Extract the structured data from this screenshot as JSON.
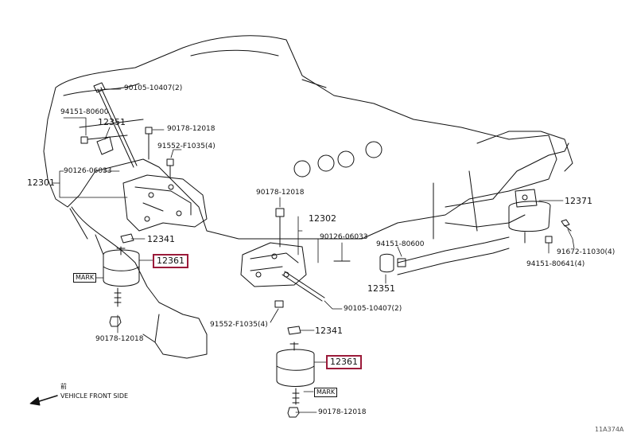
{
  "diagram": {
    "accent_color": "#9b1b3a",
    "labels": {
      "p90105_top": "90105-10407(2)",
      "p94151_left": "94151-80600",
      "p12351_left": "12351",
      "p90178_top": "90178-12018",
      "p91552_top": "91552-F1035(4)",
      "p90126_left": "90126-06033",
      "p12301": "12301",
      "p12341_left": "12341",
      "p90178_left_bottom": "90178-12018",
      "p90178_center": "90178-12018",
      "p12302": "12302",
      "p90126_center": "90126-06033",
      "p94151_center": "94151-80600",
      "p12351_center": "12351",
      "p90105_center": "90105-10407(2)",
      "p91552_center": "91552-F1035(4)",
      "p12341_center": "12341",
      "p90178_bottom": "90178-12018",
      "p12371": "12371",
      "p91672": "91672-11030(4)",
      "p94151_right": "94151-80641(4)",
      "front_note": "前",
      "vehicle_front": "VEHICLE FRONT SIDE",
      "figure_id": "11A374A"
    },
    "highlighted": {
      "p12361_left": "12361",
      "p12361_bottom": "12361"
    },
    "marks": {
      "mark_left": "MARK",
      "mark_bottom": "MARK"
    }
  }
}
